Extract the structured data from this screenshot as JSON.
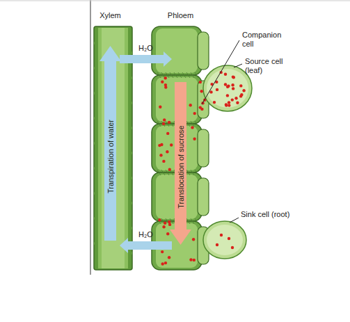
{
  "diagram": {
    "nodes": [
      {
        "text": [
          "Xylem",
          "Transpiration of water"
        ]
      },
      {
        "text": [
          "Phloem",
          "Translocation of sucrose"
        ]
      }
    ],
    "edges": [
      {
        "from": 0,
        "to": 1,
        "label": "H₂O",
        "arrow": "to"
      },
      {
        "from": 1,
        "to": 0,
        "label": "H₂O",
        "arrow": "to"
      }
    ],
    "labels": [
      "Companion cell",
      "Source cell (leaf)",
      "Sink cell (root)"
    ]
  }
}
